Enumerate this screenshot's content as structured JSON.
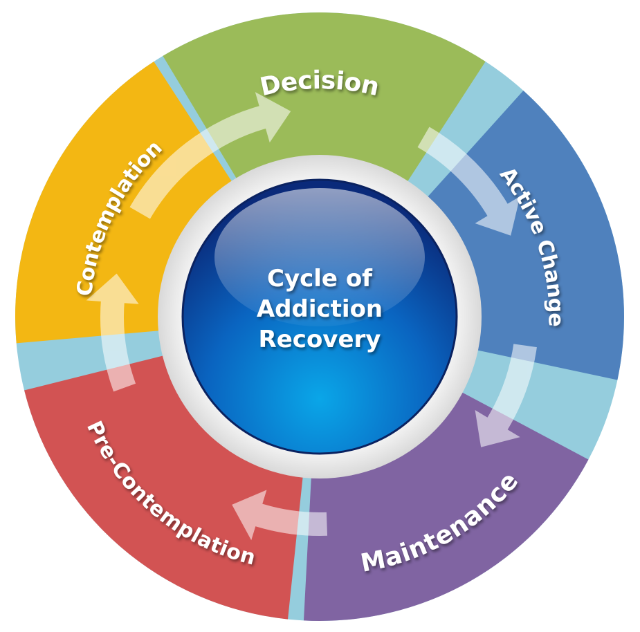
{
  "diagram": {
    "center": {
      "lines": [
        "Cycle of",
        "Addiction",
        "Recovery"
      ]
    },
    "stages": [
      {
        "key": "decision",
        "label": "Decision",
        "color": "#9bbb59"
      },
      {
        "key": "active-change",
        "label": "Active Change",
        "color": "#4f81bd"
      },
      {
        "key": "maintenance",
        "label": "Maintenance",
        "color": "#8064a2"
      },
      {
        "key": "pre-contemplation",
        "label": "Pre-Contemplation",
        "color": "#d25353"
      },
      {
        "key": "contemplation",
        "label": "Contemplation",
        "color": "#f3b713"
      }
    ],
    "colors": {
      "gap": "#95cddd",
      "ring": "#eeeeee",
      "orb_top": "#0a2a7a",
      "orb_bottom": "#0aa6e8"
    }
  }
}
